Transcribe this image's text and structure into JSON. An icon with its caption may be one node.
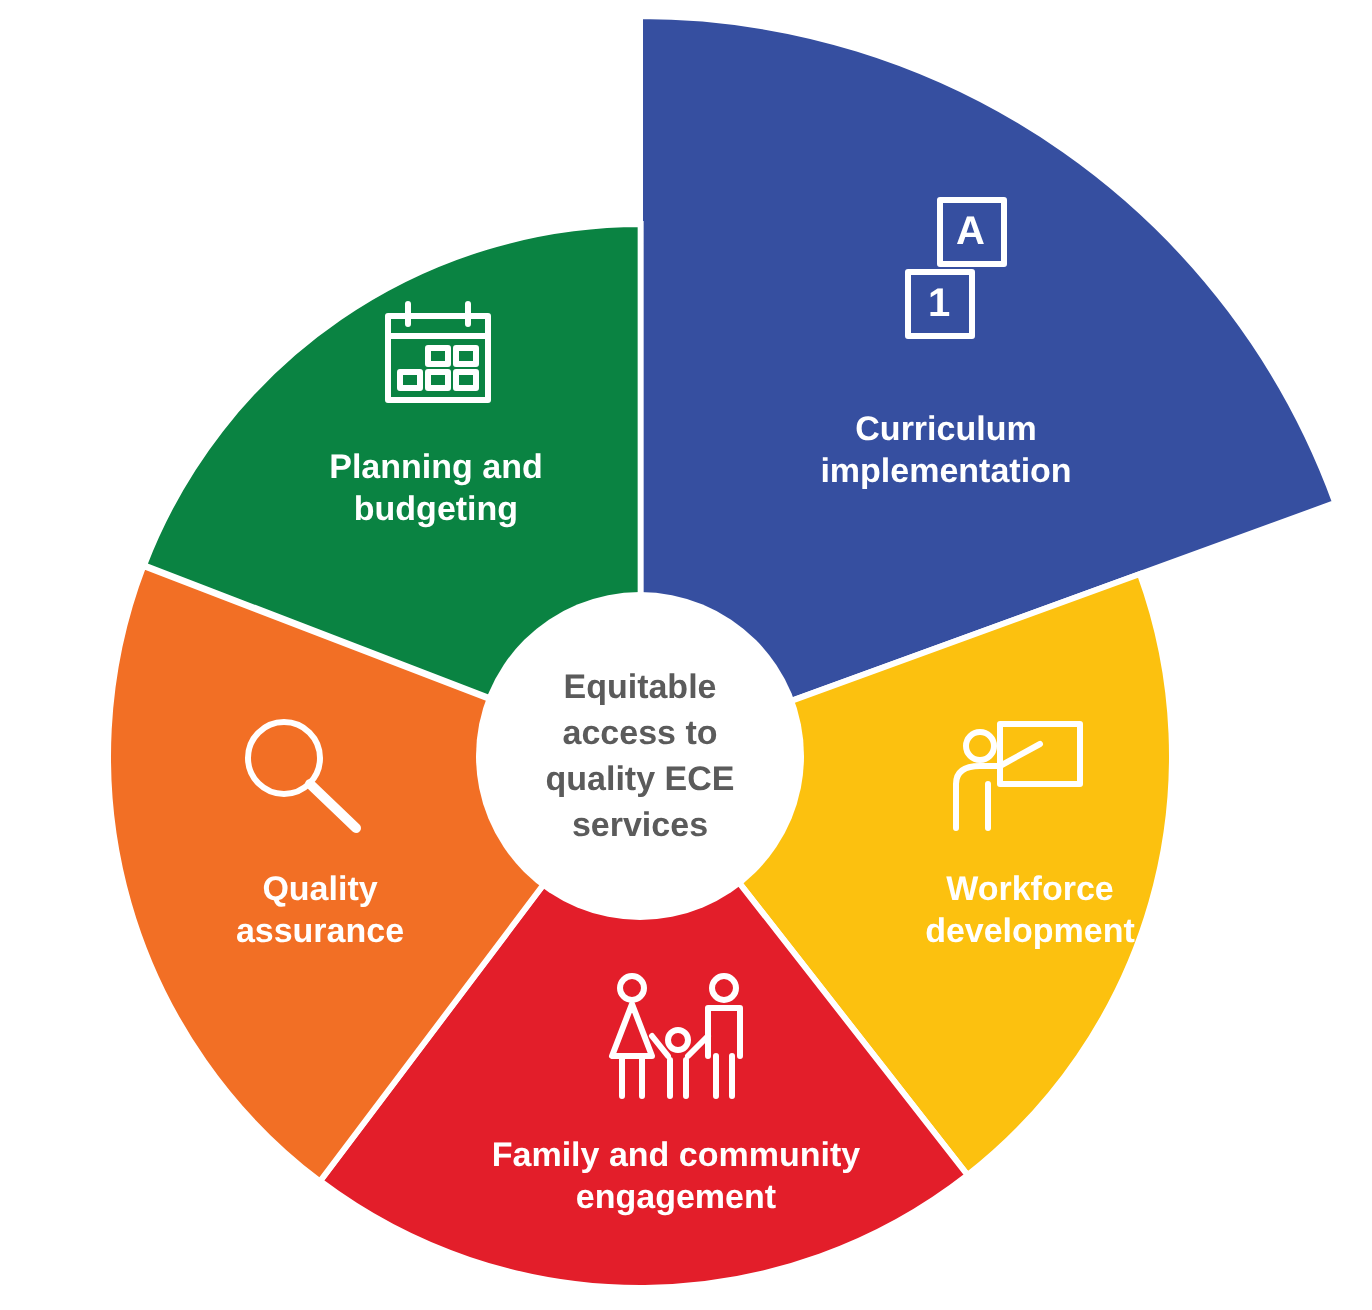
{
  "diagram": {
    "nodes": [
      {
        "text": [
          "Equitable access to quality ECE services"
        ]
      },
      {
        "text": [
          "Curriculum implementation"
        ]
      },
      {
        "text": [
          "Workforce development"
        ]
      },
      {
        "text": [
          "Family and community engagement"
        ]
      },
      {
        "text": [
          "Quality assurance"
        ]
      },
      {
        "text": [
          "Planning and budgeting"
        ]
      }
    ],
    "labels": [
      "A",
      "1"
    ]
  }
}
